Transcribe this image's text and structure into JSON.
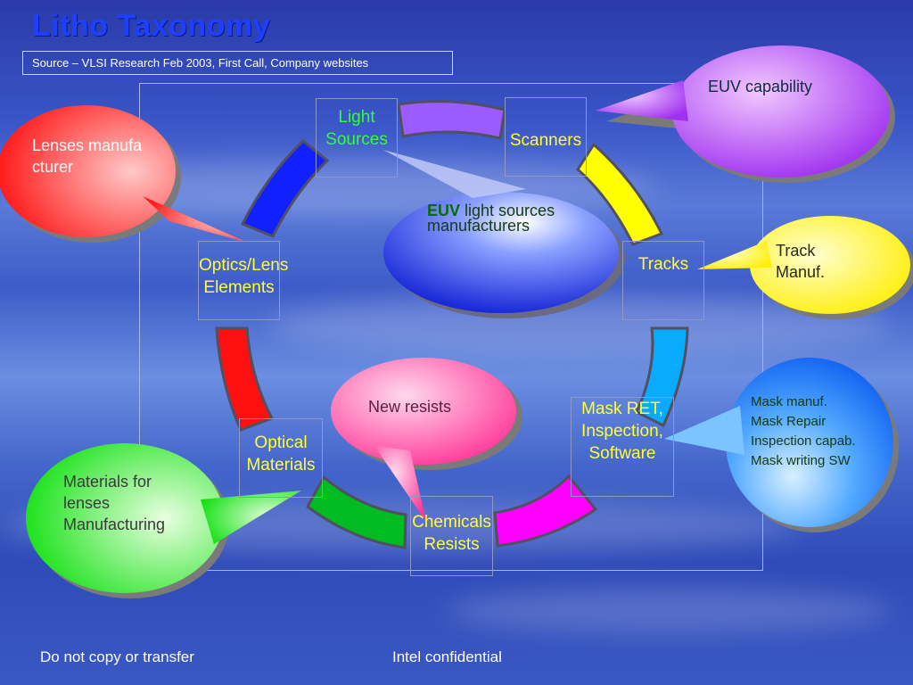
{
  "slide": {
    "title": "Litho Taxonomy",
    "source": "Source – VLSI Research Feb 2003, First Call, Company websites"
  },
  "cycle_nodes": {
    "light_sources": "Light Sources",
    "scanners": "Scanners",
    "tracks": "Tracks",
    "mask": "Mask RET, Inspection, Software",
    "chemicals": "Chemicals Resists",
    "optical_materials": "Optical Materials",
    "optics": "Optics/Lens Elements"
  },
  "bubbles": {
    "euv_capability": "EUV capability",
    "euv_light_bold": "EUV",
    "euv_light_rest": " light sources manufacturers",
    "lenses": "Lenses manufacturer",
    "track_manuf": "Track Manuf.",
    "new_resists": "New resists",
    "materials": "Materials for lenses Manufacturing",
    "mask_items": [
      "Mask manuf.",
      "Mask Repair",
      "Inspection capab.",
      "Mask writing SW"
    ]
  },
  "colors": {
    "segment_light": "#9a5cff",
    "segment_scanners": "#ffff00",
    "segment_tracks": "#0aaaff",
    "segment_mask": "#ff00ff",
    "segment_chemicals": "#00bb22",
    "segment_optical": "#ff1010",
    "segment_optics": "#1020ff"
  },
  "footer": {
    "left": "Do not copy or transfer",
    "center": "Intel confidential"
  }
}
